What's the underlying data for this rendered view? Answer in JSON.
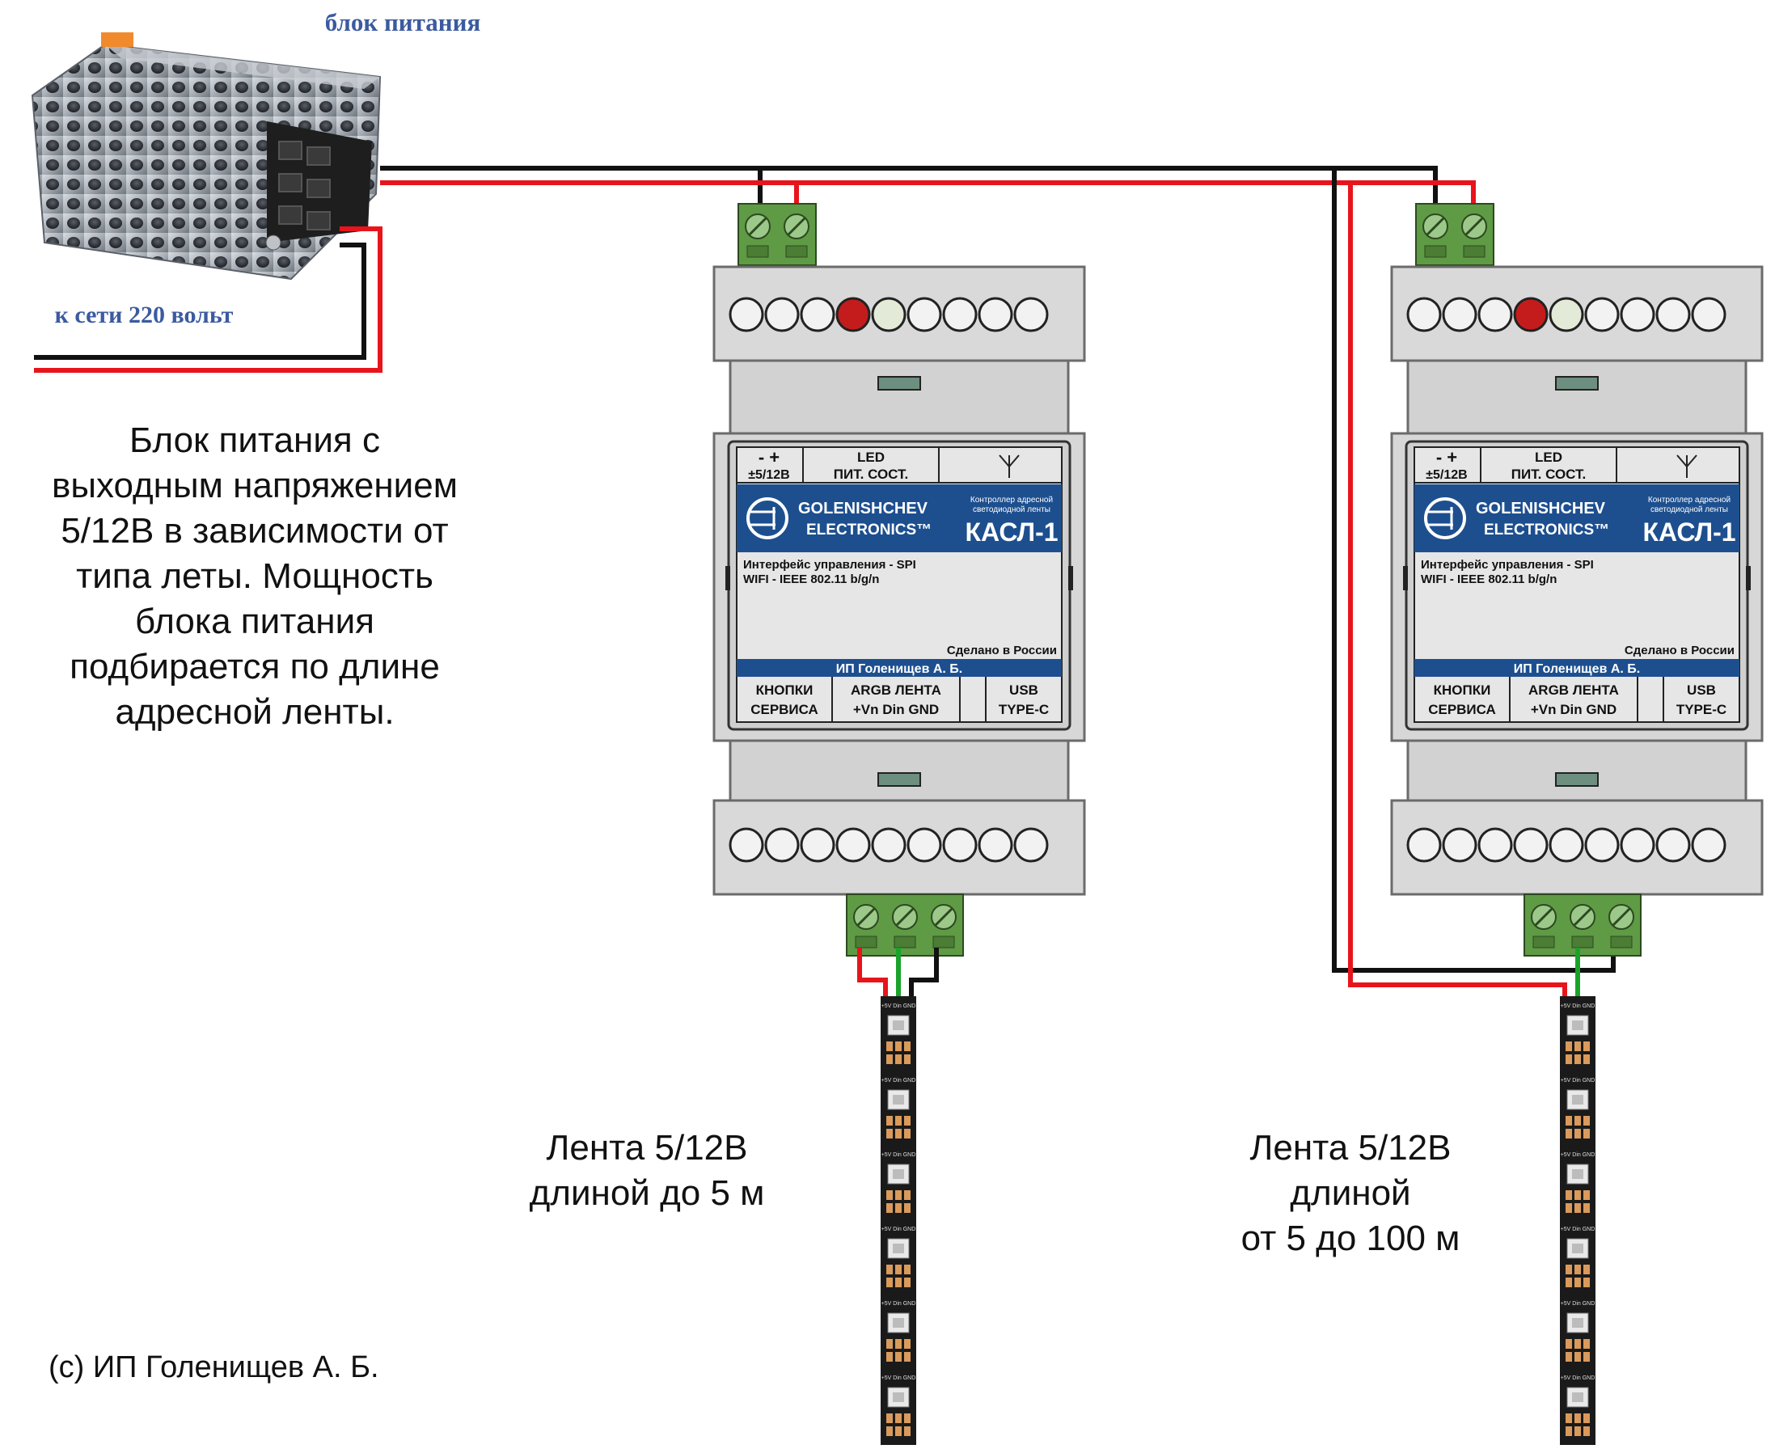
{
  "power_supply": {
    "top_label": "блок питания",
    "mains_label": "к сети 220 вольт",
    "description": "Блок питания с выходным напряжением 5/12В в зависимости от типа леты. Мощность блока питания подбирается по длине адресной ленты."
  },
  "controller": {
    "header": {
      "power_polarity": "- +",
      "power_voltage": "±5/12В",
      "led_title": "LED",
      "led_sub": "ПИТ. СОСТ."
    },
    "brand_line1": "GOLENISHCHEV",
    "brand_line2": "ELECTRONICS™",
    "tagline_line1": "Контроллер адресной",
    "tagline_line2": "светодиодной ленты",
    "model": "КАСЛ-1",
    "spec_line1": "Интерфейс управления - SPI",
    "spec_line2": "WIFI - IEEE 802.11 b/g/n",
    "made_in": "Сделано в России",
    "maker": "ИП Голенищев А. Б.",
    "footer": {
      "buttons_line1": "КНОПКИ",
      "buttons_line2": "СЕРВИСА",
      "argb_line1": "ARGB ЛЕНТА",
      "argb_line2": "+Vn Din GND",
      "usb_line1": "USB",
      "usb_line2": "TYPE-C"
    }
  },
  "strip": {
    "pin_labels": "+5V Din GND"
  },
  "strip_short": {
    "line1": "Лента 5/12В",
    "line2": "длиной до 5 м"
  },
  "strip_long": {
    "line1": "Лента 5/12В",
    "line2": "длиной",
    "line3": "от 5 до 100 м"
  },
  "copyright": "(c) ИП Голенищев А. Б.",
  "colors": {
    "wire_red": "#e8141c",
    "wire_black": "#111111",
    "wire_green": "#1aa32a",
    "terminal_green": "#5f9a45",
    "panel_blue": "#1d4f8f",
    "housing_gray": "#d7d7d7"
  }
}
